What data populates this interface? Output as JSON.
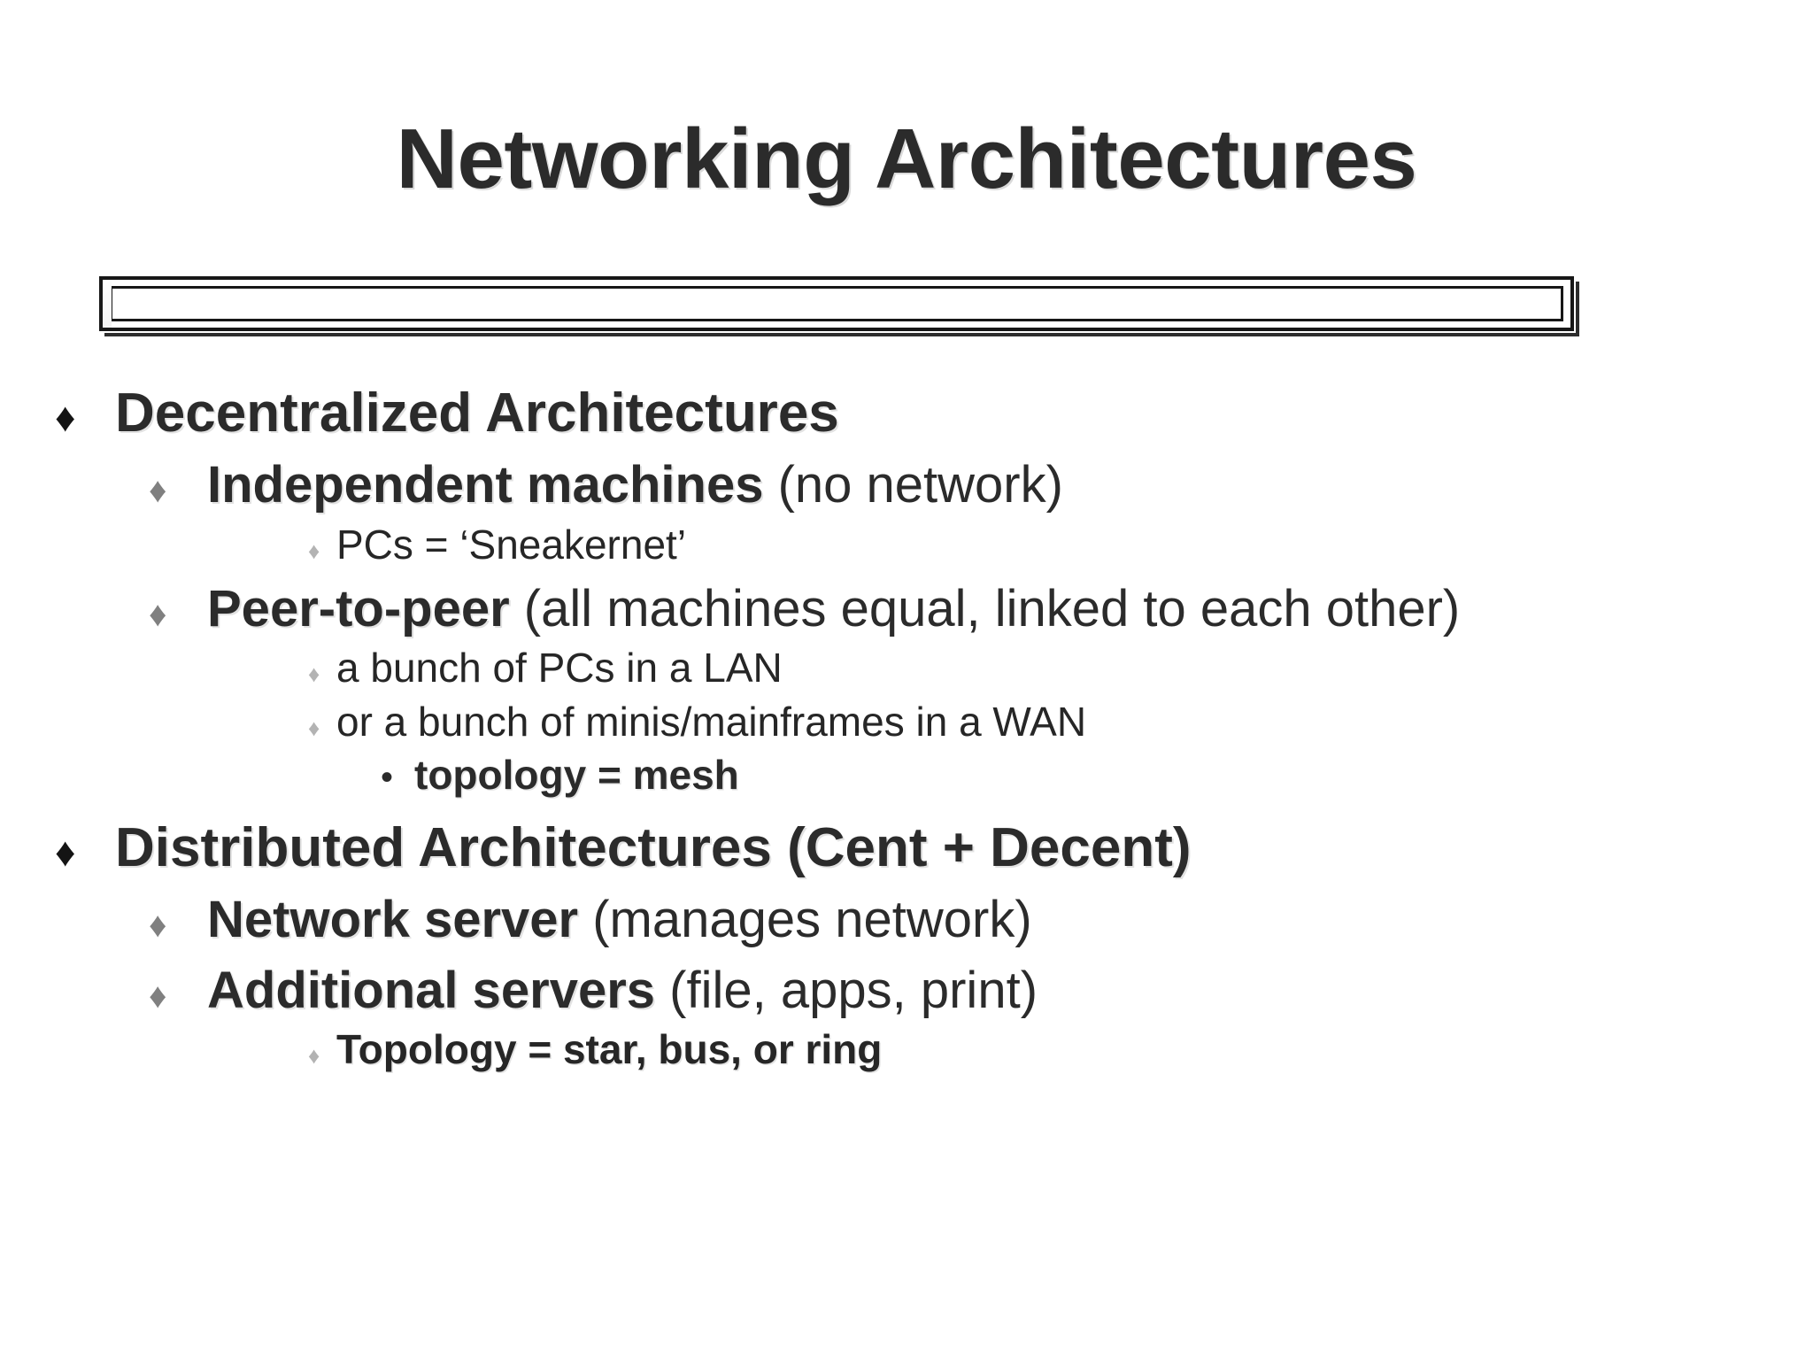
{
  "slide": {
    "title": "Networking Architectures",
    "title_color": "#2b2b2b",
    "background_color": "#ffffff",
    "divider": {
      "name": "beveled-rule",
      "border_color": "#171717",
      "fill_color": "#ffffff"
    }
  },
  "bullet_glyphs": {
    "diamond": "♦",
    "dot": "•"
  },
  "bullet_colors": {
    "level1": "#141414",
    "level2": "#808080",
    "level3": "#b3b3b3",
    "level4": "#2b2b2b"
  },
  "outline": [
    {
      "level": 1,
      "glyph": "♦",
      "bold_text": "Decentralized Architectures",
      "plain_text": ""
    },
    {
      "level": 2,
      "glyph": "♦",
      "bold_text": "Independent machines",
      "plain_text": " (no network)"
    },
    {
      "level": 3,
      "glyph": "♦",
      "bold_text": "",
      "plain_text": "PCs = ‘Sneakernet’"
    },
    {
      "level": 2,
      "glyph": "♦",
      "bold_text": "Peer-to-peer",
      "plain_text": " (all machines equal, linked to each other)"
    },
    {
      "level": 3,
      "glyph": "♦",
      "bold_text": "",
      "plain_text": "a bunch of PCs in a LAN"
    },
    {
      "level": 3,
      "glyph": "♦",
      "bold_text": "",
      "plain_text": "or a bunch of minis/mainframes in a WAN"
    },
    {
      "level": 4,
      "glyph": "•",
      "bold_text": "topology = mesh",
      "plain_text": ""
    },
    {
      "level": 1,
      "glyph": "♦",
      "bold_text": "Distributed Architectures (Cent + Decent)",
      "plain_text": ""
    },
    {
      "level": 2,
      "glyph": "♦",
      "bold_text": "Network server",
      "plain_text": " (manages network)"
    },
    {
      "level": 2,
      "glyph": "♦",
      "bold_text": "Additional servers",
      "plain_text": " (file, apps, print)"
    },
    {
      "level": 3,
      "glyph": "♦",
      "bold_text": "Topology = star, bus, or ring",
      "plain_text": ""
    }
  ]
}
